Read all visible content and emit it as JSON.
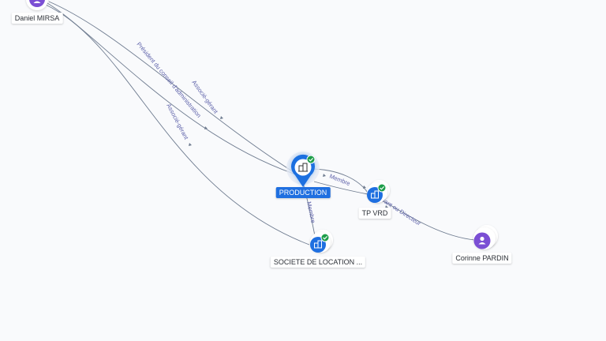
{
  "colors": {
    "person": "#7b4fd4",
    "company": "#1f6fe0",
    "verified": "#1e9e4a",
    "edge": "#6f7c90",
    "edge_label": "#5b5fa8",
    "background": "#f9fafc"
  },
  "nodes": {
    "daniel": {
      "label": "Daniel MIRSA",
      "kind": "person",
      "icon": "person-icon"
    },
    "production": {
      "label": "PRODUCTION",
      "kind": "company",
      "icon": "building-icon",
      "selected": true,
      "verified": true
    },
    "tp_vrd": {
      "label": "TP VRD",
      "kind": "company",
      "icon": "building-icon",
      "verified": true
    },
    "societe": {
      "label": "SOCIETE DE LOCATION ...",
      "kind": "company",
      "icon": "building-icon",
      "verified": true
    },
    "corinne": {
      "label": "Corinne PARDIN",
      "kind": "person",
      "icon": "person-icon"
    }
  },
  "edges": {
    "daniel_production_assoc": {
      "label": "Associé-gérant"
    },
    "daniel_production_president": {
      "label": "Président du conseil d'administration"
    },
    "daniel_societe": {
      "label": "Associé-gérant"
    },
    "production_tp_vrd": {
      "label": "Membre"
    },
    "production_societe": {
      "label": "Membre"
    },
    "corinne_tp_vrd": {
      "label": "Gérant ou Directeur"
    }
  }
}
